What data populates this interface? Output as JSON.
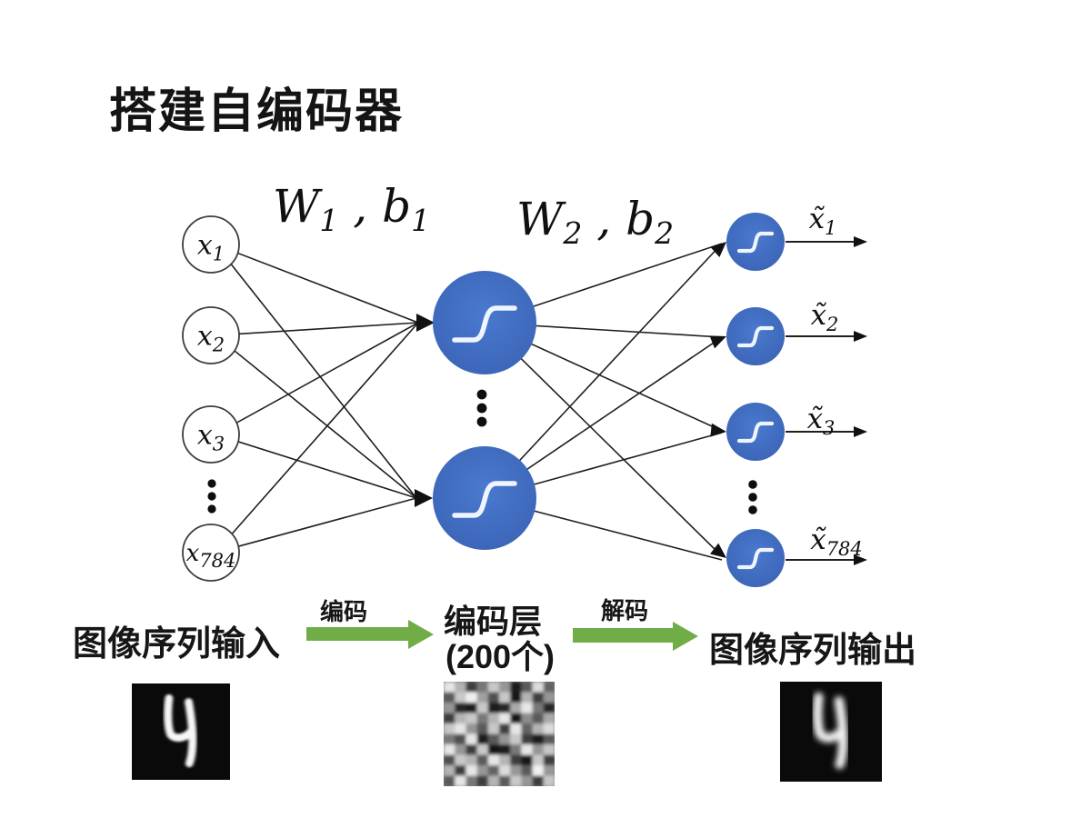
{
  "title": "搭建自编码器",
  "network": {
    "weight_label_1": {
      "w": "W",
      "w_sub": "1",
      "comma": " , ",
      "b": "b",
      "b_sub": "1"
    },
    "weight_label_2": {
      "w": "W",
      "w_sub": "2",
      "comma": " , ",
      "b": "b",
      "b_sub": "2"
    },
    "input_nodes": [
      {
        "base": "x",
        "sub": "1"
      },
      {
        "base": "x",
        "sub": "2"
      },
      {
        "base": "x",
        "sub": "3"
      },
      {
        "base": "x",
        "sub": "784"
      }
    ],
    "output_nodes": [
      {
        "base": "x̃",
        "sub": "1"
      },
      {
        "base": "x̃",
        "sub": "2"
      },
      {
        "base": "x̃",
        "sub": "3"
      },
      {
        "base": "x̃",
        "sub": "784"
      }
    ]
  },
  "flow": {
    "input_caption": "图像序列输入",
    "encode_label": "编码",
    "bottleneck_caption_line1": "编码层",
    "bottleneck_caption_line2": "(200个)",
    "decode_label": "解码",
    "output_caption": "图像序列输出"
  },
  "colors": {
    "node_blue": "#4472C4",
    "node_blue_dark": "#3A63B5",
    "arrow_green": "#70AD47",
    "line_black": "#1f1f1f"
  },
  "noise_grid": [
    [
      230,
      180,
      60,
      120,
      200,
      150,
      30,
      90,
      220,
      100
    ],
    [
      90,
      200,
      240,
      160,
      80,
      200,
      20,
      180,
      60,
      150
    ],
    [
      150,
      40,
      30,
      200,
      30,
      40,
      170,
      230,
      120,
      40
    ],
    [
      60,
      180,
      200,
      120,
      180,
      230,
      20,
      140,
      90,
      170
    ],
    [
      200,
      230,
      150,
      90,
      200,
      60,
      230,
      100,
      180,
      220
    ],
    [
      120,
      80,
      230,
      30,
      90,
      150,
      200,
      60,
      30,
      90
    ],
    [
      230,
      150,
      60,
      200,
      20,
      30,
      120,
      230,
      150,
      200
    ],
    [
      80,
      200,
      180,
      90,
      230,
      180,
      60,
      20,
      200,
      60
    ],
    [
      180,
      60,
      230,
      150,
      100,
      220,
      150,
      90,
      240,
      150
    ],
    [
      90,
      230,
      120,
      60,
      180,
      90,
      200,
      150,
      60,
      200
    ]
  ]
}
